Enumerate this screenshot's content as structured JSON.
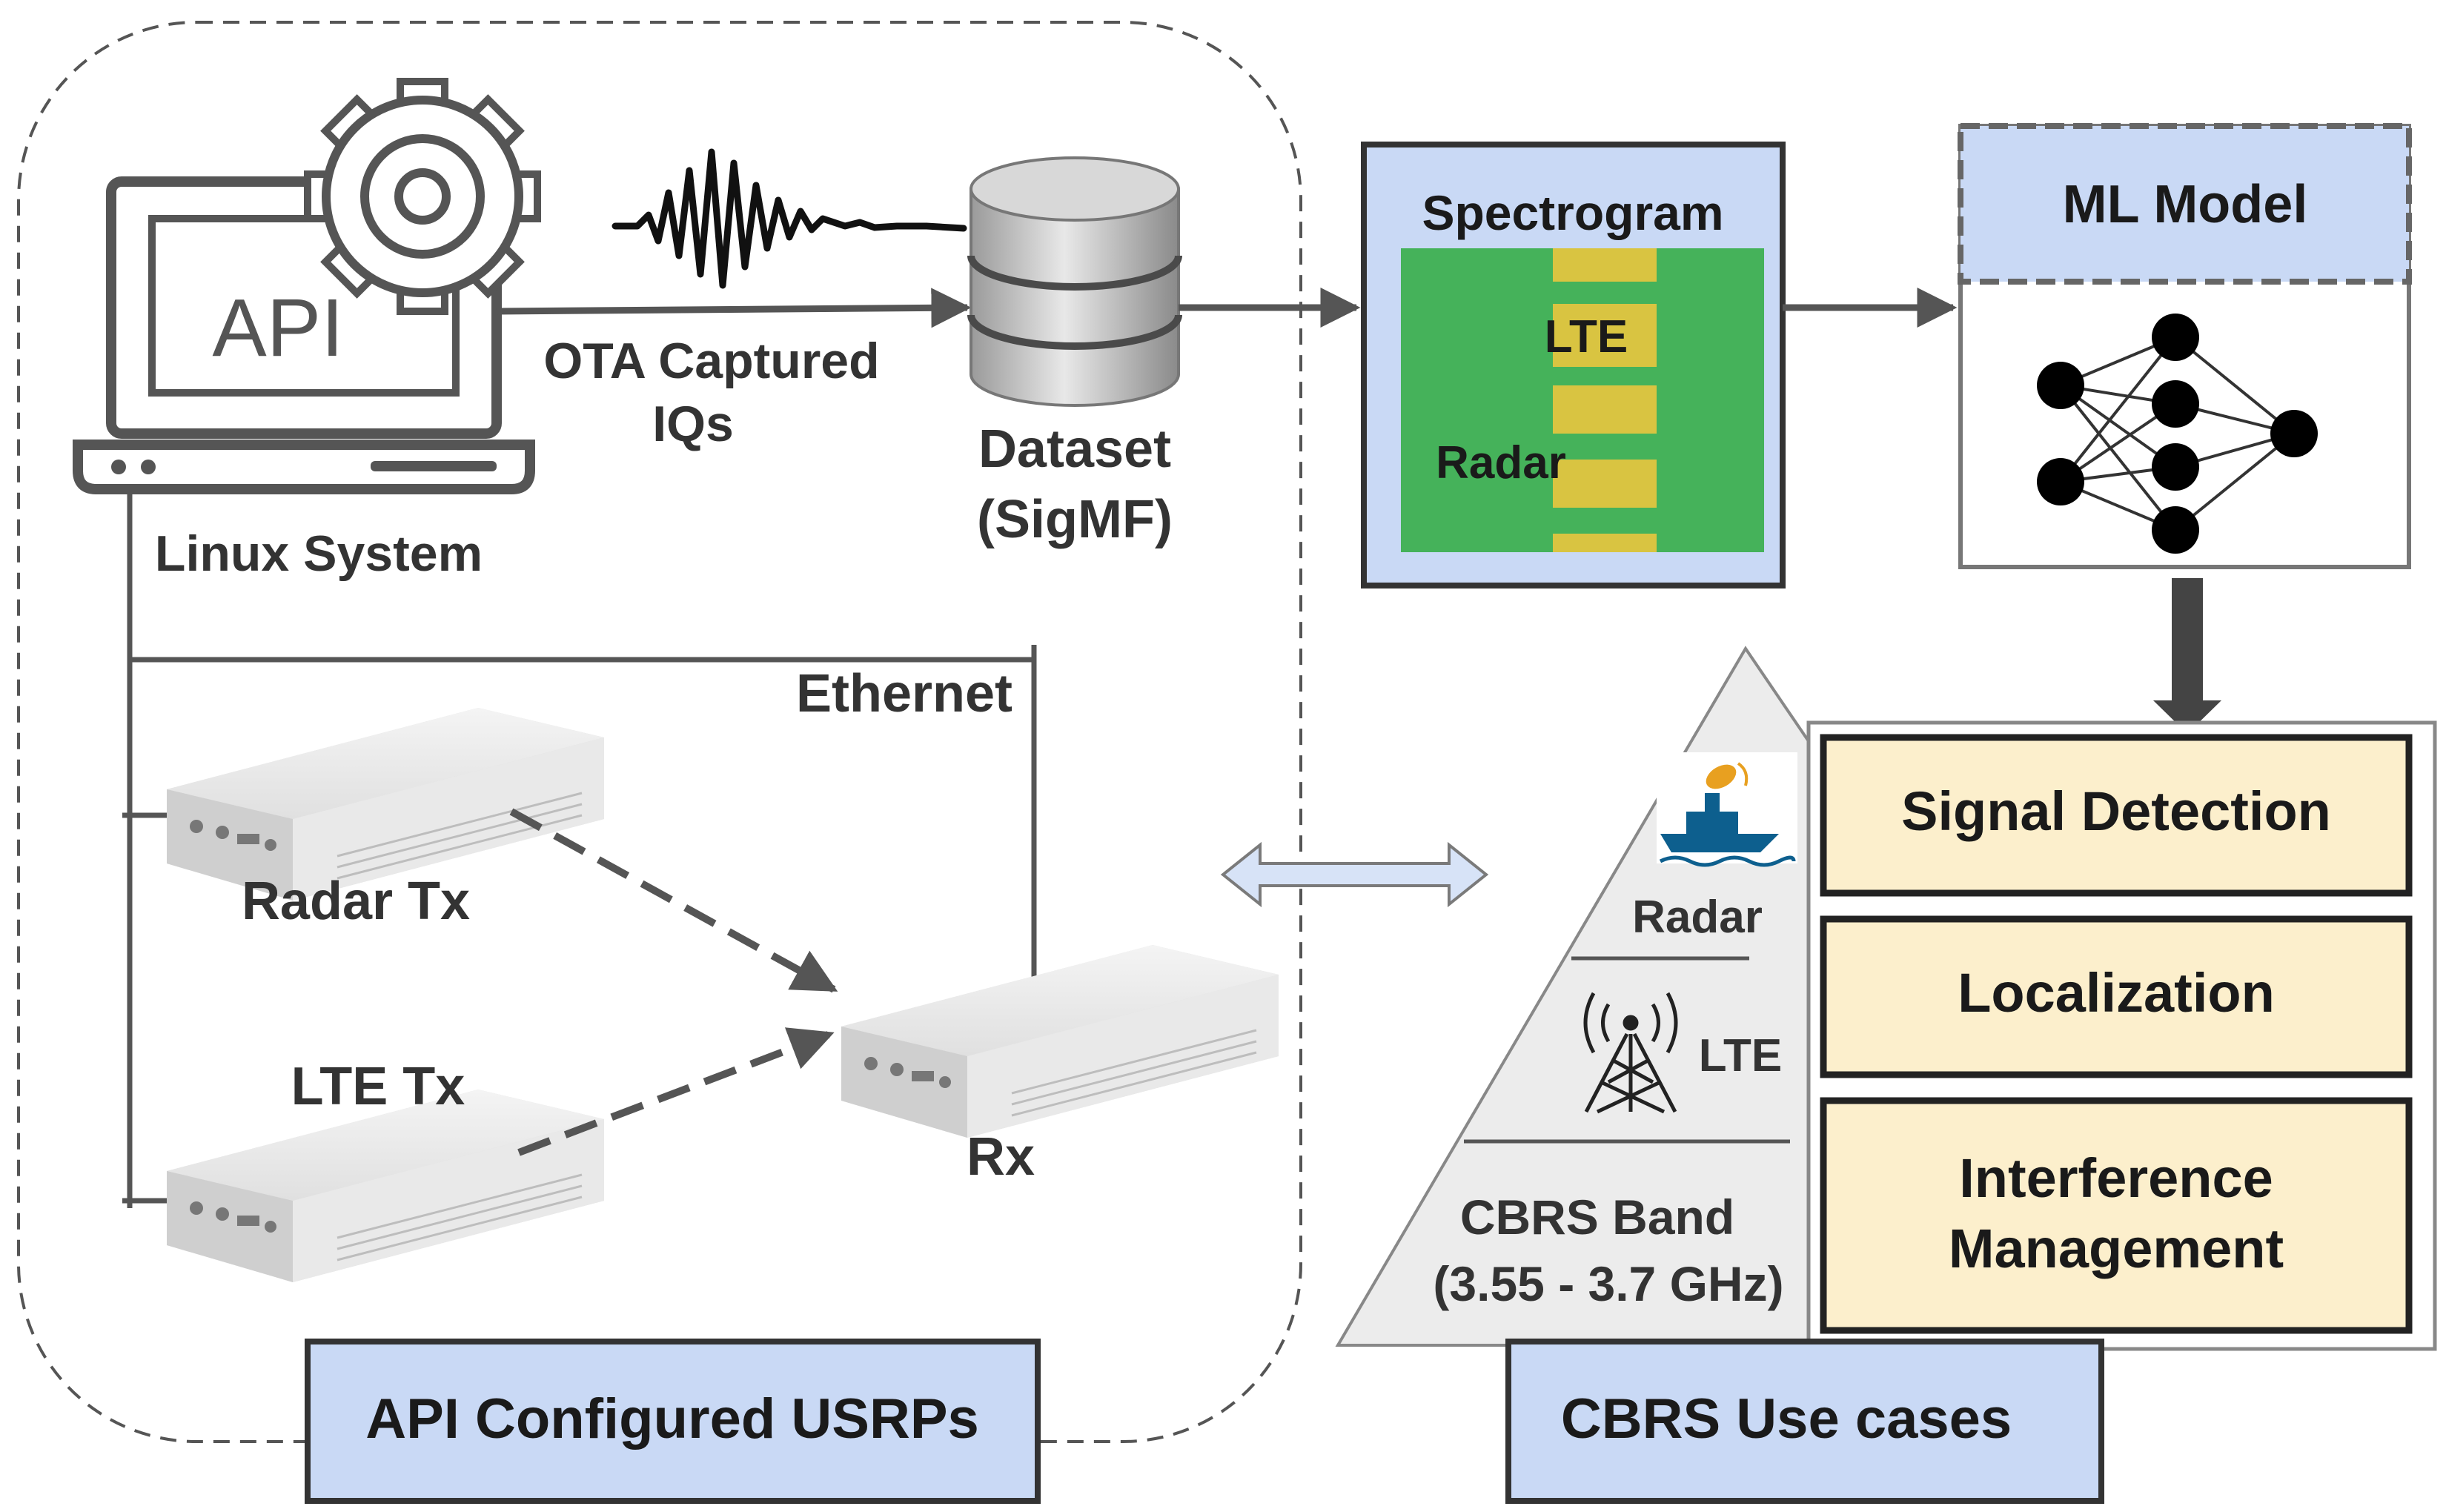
{
  "labels": {
    "api": "API",
    "linux_system": "Linux System",
    "ota_line1": "OTA Captured",
    "ota_line2": "IQs",
    "dataset_line1": "Dataset",
    "dataset_line2": "(SigMF)",
    "spectrogram": "Spectrogram",
    "spectro_lte": "LTE",
    "spectro_radar": "Radar",
    "ml_model": "ML Model",
    "ethernet": "Ethernet",
    "radar_tx": "Radar Tx",
    "lte_tx": "LTE Tx",
    "rx": "Rx",
    "pyramid_radar": "Radar",
    "pyramid_lte": "LTE",
    "cbrs_band_line1": "CBRS Band",
    "cbrs_band_line2": "(3.55 - 3.7 GHz)",
    "signal_detection": "Signal Detection",
    "localization": "Localization",
    "interference_line1": "Interference",
    "interference_line2": "Management",
    "api_usrps": "API Configured USRPs",
    "cbrs_use_cases": "CBRS Use cases"
  },
  "colors": {
    "box_blue": "#c9d9f5",
    "box_yellow": "#fcefcc",
    "line": "#555555",
    "spectro_green": "#45b25a",
    "spectro_yellow": "#d9c441"
  },
  "icons": {
    "laptop": "laptop-icon",
    "gear": "gear-icon",
    "waveform": "waveform-icon",
    "database": "database-icon",
    "neural_net": "neural-network-icon",
    "ship": "ship-radar-icon",
    "tower": "cell-tower-icon",
    "usrp": "usrp-device-icon"
  }
}
